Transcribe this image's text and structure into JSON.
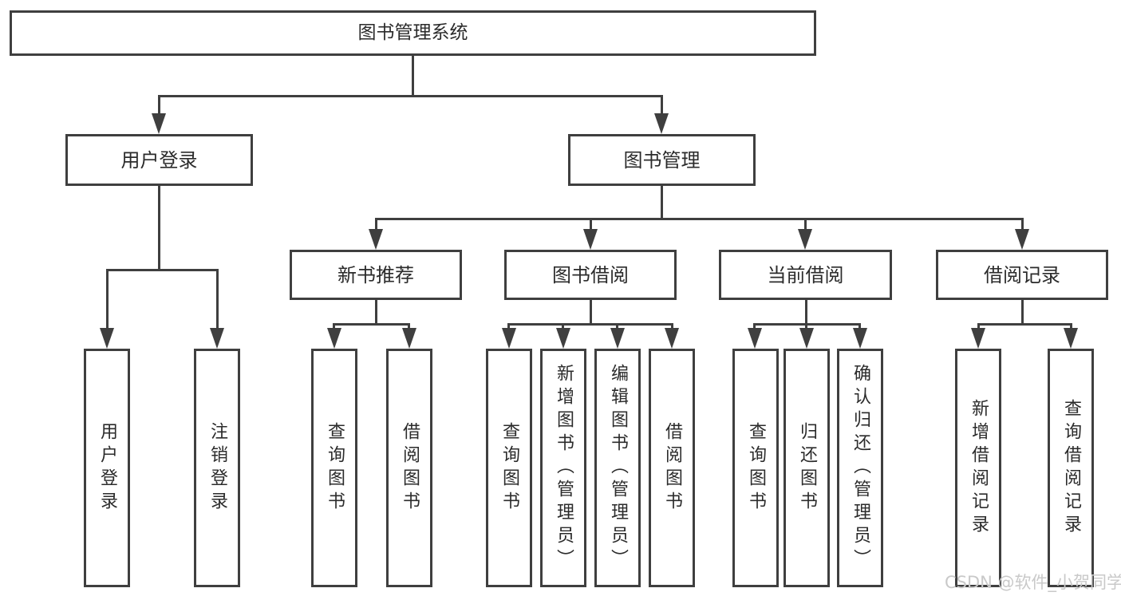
{
  "tree": {
    "root": "图书管理系统",
    "user_login": {
      "label": "用户登录",
      "children": [
        "用户登录",
        "注销登录"
      ]
    },
    "book_management": {
      "label": "图书管理",
      "sections": {
        "new_book_recommend": {
          "label": "新书推荐",
          "children": [
            "查询图书",
            "借阅图书"
          ]
        },
        "book_borrowing": {
          "label": "图书借阅",
          "children": [
            "查询图书",
            "新增图书（管理员）",
            "编辑图书（管理员）",
            "借阅图书"
          ]
        },
        "current_borrowing": {
          "label": "当前借阅",
          "children": [
            "查询图书",
            "归还图书",
            "确认归还（管理员）"
          ]
        },
        "borrowing_records": {
          "label": "借阅记录",
          "children": [
            "新增借阅记录",
            "查询借阅记录"
          ]
        }
      }
    }
  },
  "watermark": "CSDN @软件_小贺同学",
  "colors": {
    "line": "#3f3f3f",
    "text": "#2b2b2b",
    "watermark": "#c9c9c9",
    "background": "#ffffff"
  }
}
